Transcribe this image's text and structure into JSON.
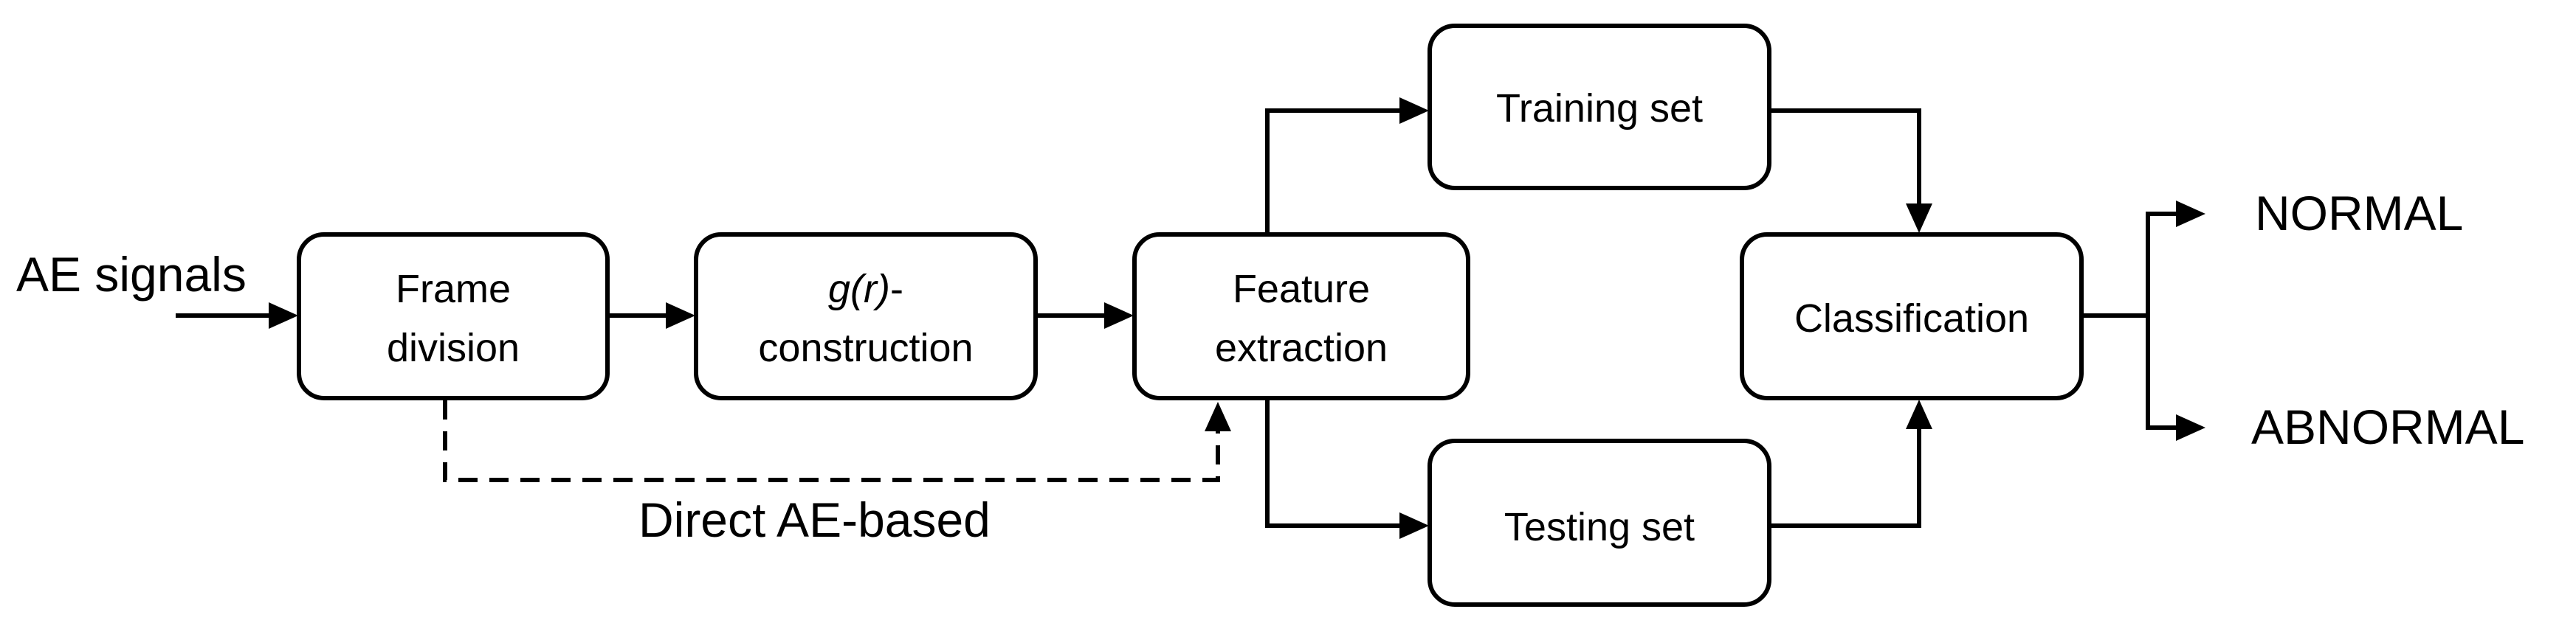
{
  "input_label": "AE signals",
  "boxes": {
    "frame_division": {
      "line1": "Frame",
      "line2": "division"
    },
    "gr_construction": {
      "line1": "g(r)",
      "line1_suffix": "-",
      "line2": "construction"
    },
    "feature_extraction": {
      "line1": "Feature",
      "line2": "extraction"
    },
    "training_set": "Training set",
    "testing_set": "Testing set",
    "classification": "Classification"
  },
  "bypass_label": "Direct AE-based",
  "outputs": {
    "normal": "NORMAL",
    "abnormal": "ABNORMAL"
  },
  "colors": {
    "stroke": "#000000",
    "fill": "#ffffff",
    "text": "#000000"
  }
}
